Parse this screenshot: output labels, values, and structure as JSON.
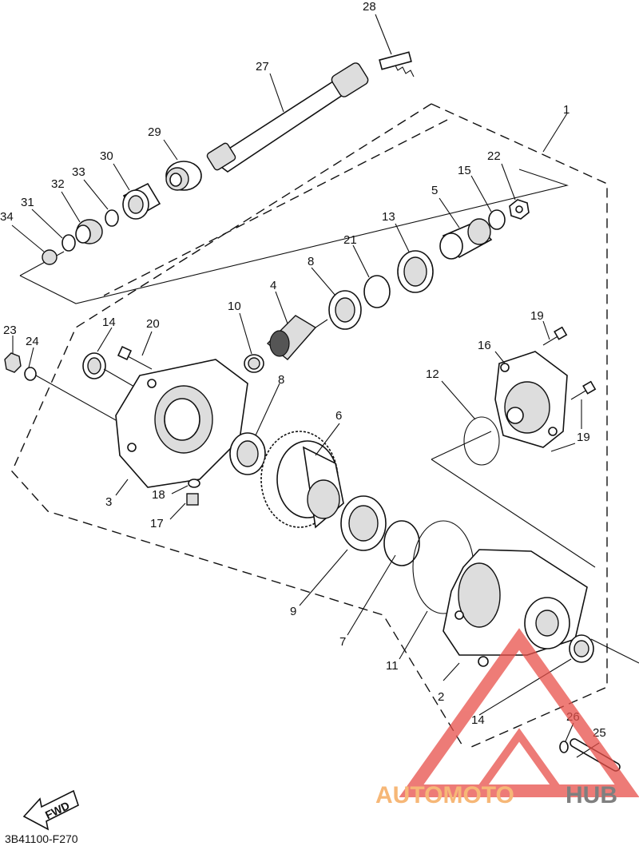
{
  "diagram": {
    "reference_code": "3B41100-F270",
    "fwd_label": "FWD",
    "watermark": {
      "part1": "AUTOMOTO",
      "part2": "HUB",
      "color1": "#f4a04a",
      "color2": "#555555",
      "triangle_color": "#e8504a"
    },
    "part_labels": [
      "1",
      "2",
      "3",
      "4",
      "5",
      "6",
      "7",
      "8",
      "9",
      "10",
      "11",
      "12",
      "13",
      "14",
      "15",
      "16",
      "17",
      "18",
      "19",
      "20",
      "21",
      "22",
      "23",
      "24",
      "25",
      "26",
      "27",
      "28",
      "29",
      "30",
      "31",
      "32",
      "33",
      "34"
    ]
  },
  "labels": {
    "l1": "1",
    "l2": "2",
    "l3": "3",
    "l4": "4",
    "l5": "5",
    "l6": "6",
    "l7": "7",
    "l8a": "8",
    "l8b": "8",
    "l9": "9",
    "l10": "10",
    "l11": "11",
    "l12": "12",
    "l13": "13",
    "l14a": "14",
    "l14b": "14",
    "l15": "15",
    "l16": "16",
    "l17": "17",
    "l18": "18",
    "l19a": "19",
    "l19b": "19",
    "l20": "20",
    "l21": "21",
    "l22": "22",
    "l23": "23",
    "l24": "24",
    "l25": "25",
    "l26": "26",
    "l27": "27",
    "l28": "28",
    "l29": "29",
    "l30": "30",
    "l31": "31",
    "l32": "32",
    "l33": "33",
    "l34": "34"
  }
}
